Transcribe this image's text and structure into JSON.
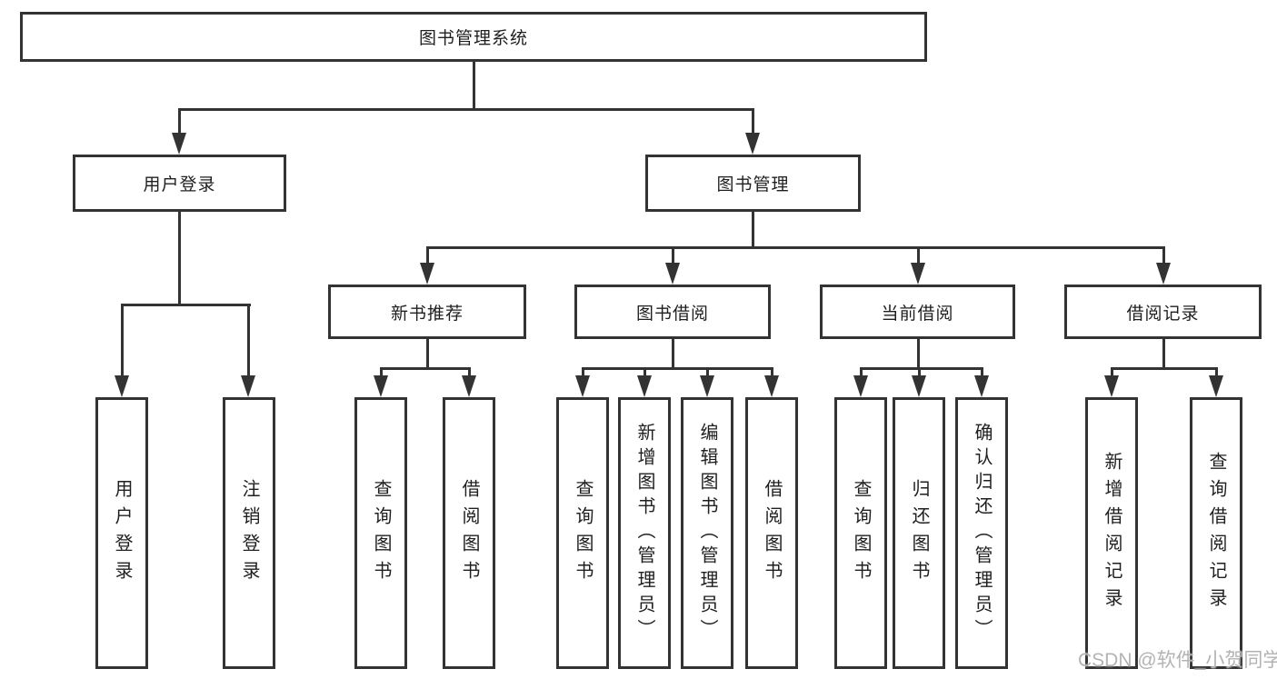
{
  "nodes": {
    "root": {
      "label": "图书管理系统"
    },
    "user_login": {
      "label": "用户登录"
    },
    "book_management": {
      "label": "图书管理"
    },
    "new_book_recommend": {
      "label": "新书推荐"
    },
    "book_borrowing": {
      "label": "图书借阅"
    },
    "current_borrowing": {
      "label": "当前借阅"
    },
    "borrowing_records": {
      "label": "借阅记录"
    },
    "leaves": {
      "user_login": {
        "label": "用户登录"
      },
      "logout": {
        "label": "注销登录"
      },
      "query_books_1": {
        "label": "查询图书"
      },
      "borrow_books_1": {
        "label": "借阅图书"
      },
      "query_books_2": {
        "label": "查询图书"
      },
      "add_books_admin": {
        "label": "新增图书（管理员）"
      },
      "edit_books_admin": {
        "label": "编辑图书（管理员）"
      },
      "borrow_books_2": {
        "label": "借阅图书"
      },
      "query_books_3": {
        "label": "查询图书"
      },
      "return_books": {
        "label": "归还图书"
      },
      "confirm_return_admin": {
        "label": "确认归还（管理员）"
      },
      "add_borrow_record": {
        "label": "新增借阅记录"
      },
      "query_borrow_record": {
        "label": "查询借阅记录"
      }
    }
  },
  "watermark": "CSDN @软件_小贺同学",
  "colors": {
    "line": "#333333",
    "text": "#1f1f1f",
    "background": "#ffffff",
    "watermark": "#b3b3b3"
  }
}
